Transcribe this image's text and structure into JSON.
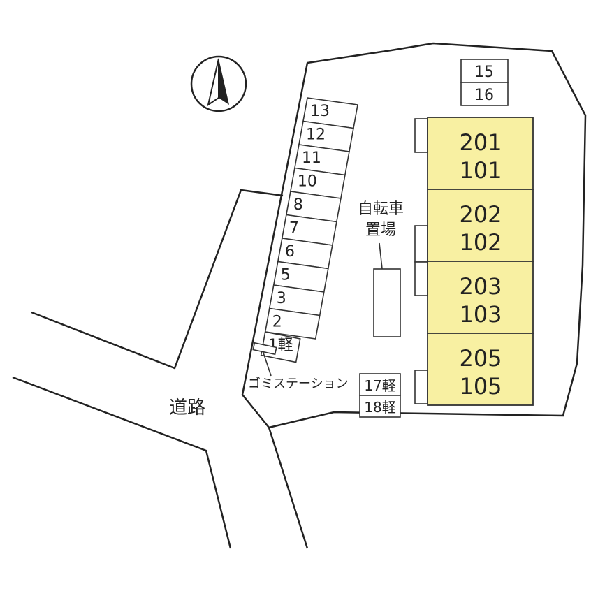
{
  "colors": {
    "building_fill": "#f8f0a2",
    "line": "#222222"
  },
  "north_arrow": {
    "icon": "north-arrow-icon"
  },
  "road_label": "道路",
  "parking_stalls": [
    "13",
    "12",
    "11",
    "10",
    "8",
    "7",
    "6",
    "5",
    "3",
    "2",
    "1軽"
  ],
  "parking_top": [
    "15",
    "16"
  ],
  "parking_bottom": [
    "17軽",
    "18軽"
  ],
  "bicycle_parking": {
    "line1": "自転車",
    "line2": "置場"
  },
  "garbage_station": "ゴミステーション",
  "units": [
    {
      "upper": "201",
      "lower": "101"
    },
    {
      "upper": "202",
      "lower": "102"
    },
    {
      "upper": "203",
      "lower": "103"
    },
    {
      "upper": "205",
      "lower": "105"
    }
  ]
}
